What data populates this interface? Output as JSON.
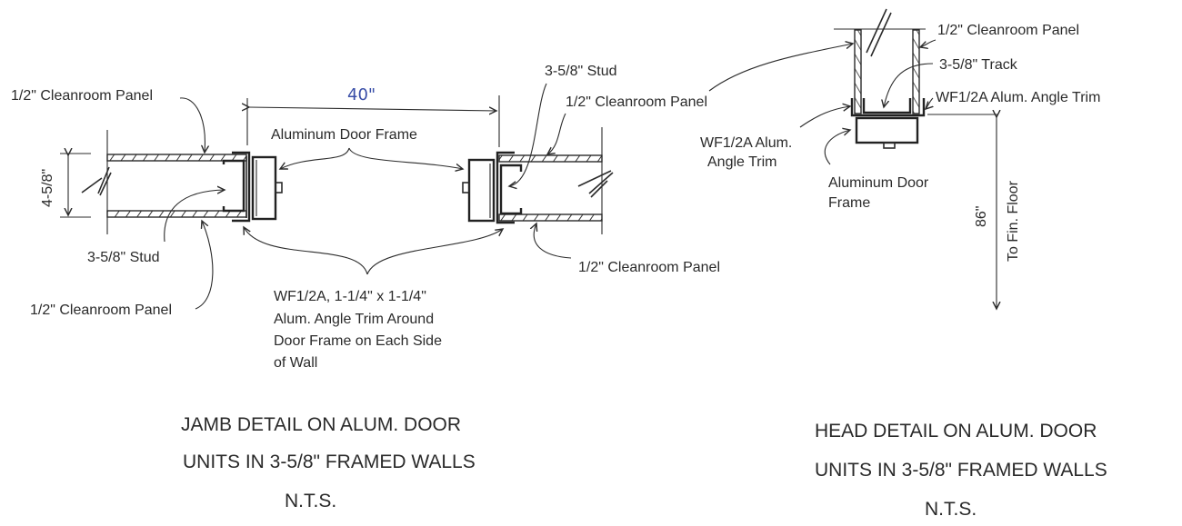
{
  "jamb_detail": {
    "dimension_width": "40\"",
    "dimension_depth": "4-5/8\"",
    "labels": {
      "panel_top_left": "1/2\" Cleanroom Panel",
      "door_frame": "Aluminum Door Frame",
      "stud_right": "3-5/8\" Stud",
      "panel_top_right": "1/2\" Cleanroom Panel",
      "stud_left": "3-5/8\" Stud",
      "panel_bottom_left": "1/2\" Cleanroom Panel",
      "panel_bottom_right": "1/2\" Cleanroom Panel",
      "trim_note": [
        "WF1/2A, 1-1/4\" x 1-1/4\"",
        "Alum. Angle Trim Around",
        "Door Frame on Each Side",
        "of Wall"
      ]
    },
    "title": [
      "JAMB DETAIL ON ALUM. DOOR",
      "UNITS IN 3-5/8\" FRAMED WALLS",
      "N.T.S."
    ]
  },
  "head_detail": {
    "labels": {
      "panel": "1/2\" Cleanroom Panel",
      "track": "3-5/8\" Track",
      "trim_right": "WF1/2A Alum. Angle Trim",
      "trim_left_1": "WF1/2A Alum.",
      "trim_left_2": "Angle Trim",
      "door_frame_1": "Aluminum Door",
      "door_frame_2": "Frame",
      "height_dim": "86\"",
      "height_note": "To Fin. Floor"
    },
    "title": [
      "HEAD DETAIL ON ALUM. DOOR",
      "UNITS IN 3-5/8\" FRAMED WALLS",
      "N.T.S."
    ]
  }
}
